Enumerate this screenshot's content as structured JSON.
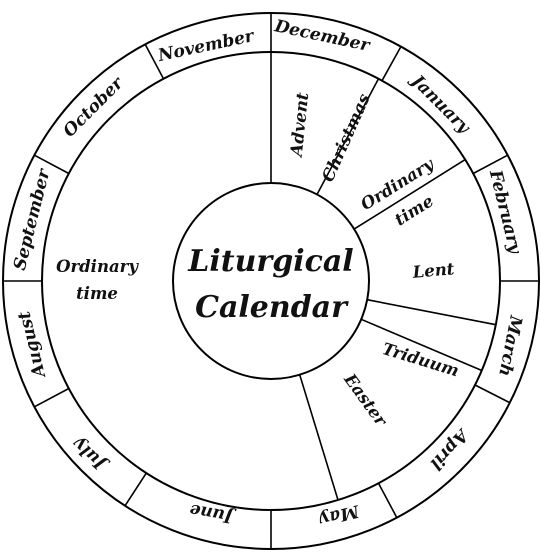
{
  "title": {
    "line1": "Liturgical",
    "line2": "Calendar"
  },
  "months": [
    "December",
    "January",
    "February",
    "March",
    "April",
    "May",
    "June",
    "July",
    "August",
    "September",
    "October",
    "November"
  ],
  "seasons": {
    "advent": "Advent",
    "christmas": "Christmas",
    "ordinary_time_1": [
      "Ordinary",
      "time"
    ],
    "lent": "Lent",
    "triduum": "Triduum",
    "easter": "Easter",
    "ordinary_time_2": [
      "Ordinary",
      "time"
    ]
  },
  "colors": {
    "line": "#000000",
    "background": "#ffffff"
  }
}
